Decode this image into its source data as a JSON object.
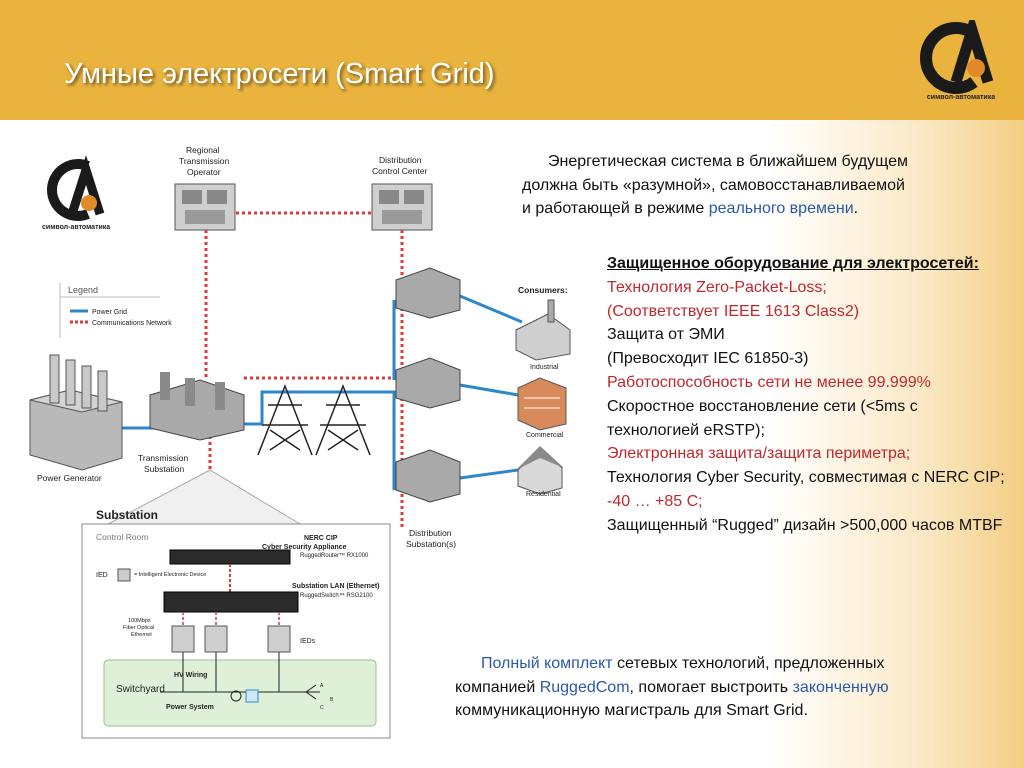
{
  "slide": {
    "title": "Умные электросети (Smart Grid)",
    "logo_caption": "символ-автоматика",
    "colors": {
      "header": "#e9b33e",
      "accent_red": "#c0282d",
      "accent_blue": "#2a59a8",
      "power_grid": "#2e87c8",
      "comm_network": "#d93a3a"
    }
  },
  "intro": {
    "line1": "Энергетическая система в ближайшем будущем",
    "line2": "должна быть «разумной», самовосстанавливаемой",
    "line3_pre": "и работающей в режиме ",
    "line3_blue": "реального времени",
    "line3_post": "."
  },
  "specs": {
    "heading": "Защищенное оборудование для электросетей:",
    "items": [
      "Технология Zero-Packet-Loss;",
      "(Соответствует IEEE 1613 Class2)",
      "Защита от ЭМИ",
      "(Превосходит IEC 61850-3)",
      "Работоспособность сети не менее 99.999%",
      "Скоростное восстановление сети (<5ms с технологией eRSTP);",
      "Электронная защита/защита периметра;",
      "Технология Cyber Security, совместимая с NERC CIP;",
      "-40 … +85 С;",
      "Защищенный “Rugged” дизайн >500,000 часов MTBF"
    ]
  },
  "outro": {
    "p1_blue": "Полный комплект",
    "p1_rest": " сетевых технологий, предложенных",
    "p2_pre": "компанией ",
    "p2_blue": "RuggedCom",
    "p2_mid": ", помогает выстроить ",
    "p2_blue2": "законченную",
    "p3": "коммуникационную магистраль для Smart Grid."
  },
  "diagram": {
    "regional_operator": "Regional Transmission Operator",
    "distribution_center": "Distribution Control Center",
    "legend_title": "Legend",
    "legend_power": "Power Grid",
    "legend_comm": "Communications Network",
    "power_generator": "Power Generator",
    "transmission_substation": "Transmission Substation",
    "distribution_substations": "Distribution Substation(s)",
    "consumers": "Consumers:",
    "industrial": "Industrial",
    "commercial": "Commercial",
    "residential": "Residential",
    "substation": "Substation",
    "control_room": "Control Room",
    "nerc_cip": "NERC CIP",
    "cyber_appliance": "Cyber Security Appliance",
    "rugged_router": "RuggedRouter™ RX1000",
    "ied": "IED",
    "ied_desc": "= Intelligent Electronic Device",
    "substation_lan": "Substation LAN (Ethernet)",
    "rugged_switch": "RuggedSwitch™ RSG2100",
    "fiber": "100Mbps Fiber Optical Ethernet",
    "ieds": "IEDs",
    "switchyard": "Switchyard",
    "hv_wiring": "HV Wiring",
    "power_system": "Power System",
    "phase_a": "A",
    "phase_b": "B",
    "phase_c": "C"
  }
}
